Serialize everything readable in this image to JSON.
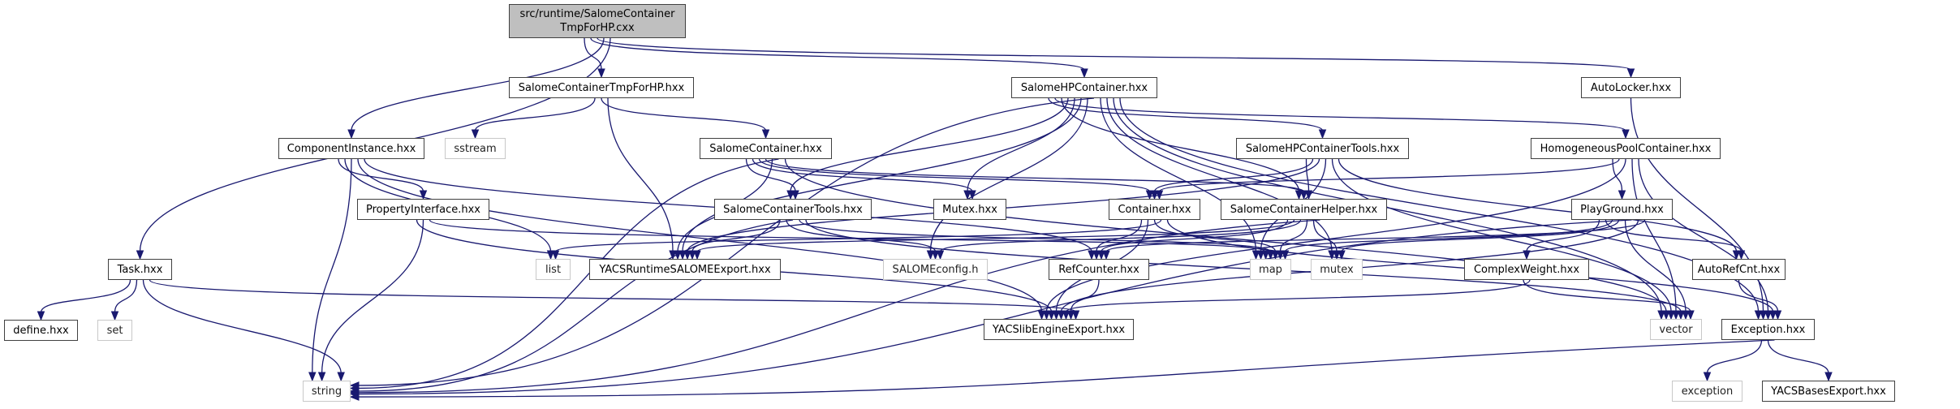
{
  "graph": {
    "title": "Include dependency graph for src/runtime/SalomeContainerTmpForHP.cxx",
    "edge_color": "#191970",
    "root_fill": "#bfbfbf",
    "nodes": {
      "root": {
        "lines": [
          "src/runtime/SalomeContainer",
          "TmpForHP.cxx"
        ],
        "kind": "root"
      },
      "SalomeContainerTmpForHP_hxx": {
        "label": "SalomeContainerTmpForHP.hxx",
        "kind": "doc"
      },
      "SalomeHPContainer_hxx": {
        "label": "SalomeHPContainer.hxx",
        "kind": "doc"
      },
      "AutoLocker_hxx": {
        "label": "AutoLocker.hxx",
        "kind": "doc"
      },
      "ComponentInstance_hxx": {
        "label": "ComponentInstance.hxx",
        "kind": "doc"
      },
      "sstream": {
        "label": "sstream",
        "kind": "ext"
      },
      "SalomeContainer_hxx": {
        "label": "SalomeContainer.hxx",
        "kind": "doc"
      },
      "SalomeHPContainerTools_hxx": {
        "label": "SalomeHPContainerTools.hxx",
        "kind": "doc"
      },
      "HomogeneousPoolContainer_hxx": {
        "label": "HomogeneousPoolContainer.hxx",
        "kind": "doc"
      },
      "PropertyInterface_hxx": {
        "label": "PropertyInterface.hxx",
        "kind": "doc"
      },
      "SalomeContainerTools_hxx": {
        "label": "SalomeContainerTools.hxx",
        "kind": "doc"
      },
      "Mutex_hxx": {
        "label": "Mutex.hxx",
        "kind": "doc"
      },
      "Container_hxx": {
        "label": "Container.hxx",
        "kind": "doc"
      },
      "SalomeContainerHelper_hxx": {
        "label": "SalomeContainerHelper.hxx",
        "kind": "doc"
      },
      "PlayGround_hxx": {
        "label": "PlayGround.hxx",
        "kind": "doc"
      },
      "Task_hxx": {
        "label": "Task.hxx",
        "kind": "doc"
      },
      "list": {
        "label": "list",
        "kind": "ext"
      },
      "YACSRuntimeSALOMEExport_hxx": {
        "label": "YACSRuntimeSALOMEExport.hxx",
        "kind": "doc"
      },
      "SALOMEconfig_h": {
        "label": "SALOMEconfig.h",
        "kind": "ext"
      },
      "RefCounter_hxx": {
        "label": "RefCounter.hxx",
        "kind": "doc"
      },
      "map": {
        "label": "map",
        "kind": "ext"
      },
      "mutex": {
        "label": "mutex",
        "kind": "ext"
      },
      "ComplexWeight_hxx": {
        "label": "ComplexWeight.hxx",
        "kind": "doc"
      },
      "AutoRefCnt_hxx": {
        "label": "AutoRefCnt.hxx",
        "kind": "doc"
      },
      "define_hxx": {
        "label": "define.hxx",
        "kind": "doc"
      },
      "set": {
        "label": "set",
        "kind": "ext"
      },
      "YACSlibEngineExport_hxx": {
        "label": "YACSlibEngineExport.hxx",
        "kind": "doc"
      },
      "vector": {
        "label": "vector",
        "kind": "ext"
      },
      "Exception_hxx": {
        "label": "Exception.hxx",
        "kind": "doc"
      },
      "string": {
        "label": "string",
        "kind": "ext"
      },
      "exception": {
        "label": "exception",
        "kind": "ext"
      },
      "YACSBasesExport_hxx": {
        "label": "YACSBasesExport.hxx",
        "kind": "doc"
      }
    },
    "edges": [
      [
        "root",
        "SalomeContainerTmpForHP_hxx"
      ],
      [
        "root",
        "SalomeHPContainer_hxx"
      ],
      [
        "root",
        "AutoLocker_hxx"
      ],
      [
        "root",
        "ComponentInstance_hxx"
      ],
      [
        "root",
        "Task_hxx"
      ],
      [
        "SalomeContainerTmpForHP_hxx",
        "sstream"
      ],
      [
        "SalomeContainerTmpForHP_hxx",
        "SalomeContainer_hxx"
      ],
      [
        "SalomeContainerTmpForHP_hxx",
        "YACSRuntimeSALOMEExport_hxx"
      ],
      [
        "SalomeHPContainer_hxx",
        "SalomeHPContainerTools_hxx"
      ],
      [
        "SalomeHPContainer_hxx",
        "HomogeneousPoolContainer_hxx"
      ],
      [
        "SalomeHPContainer_hxx",
        "SalomeContainerHelper_hxx"
      ],
      [
        "SalomeHPContainer_hxx",
        "SalomeContainerTools_hxx"
      ],
      [
        "SalomeHPContainer_hxx",
        "Mutex_hxx"
      ],
      [
        "SalomeHPContainer_hxx",
        "YACSRuntimeSALOMEExport_hxx"
      ],
      [
        "SalomeHPContainer_hxx",
        "SALOMEconfig_h"
      ],
      [
        "SalomeHPContainer_hxx",
        "string"
      ],
      [
        "SalomeHPContainer_hxx",
        "map"
      ],
      [
        "SalomeHPContainer_hxx",
        "mutex"
      ],
      [
        "SalomeHPContainer_hxx",
        "vector"
      ],
      [
        "SalomeHPContainer_hxx",
        "Exception_hxx"
      ],
      [
        "AutoLocker_hxx",
        "Exception_hxx"
      ],
      [
        "ComponentInstance_hxx",
        "PropertyInterface_hxx"
      ],
      [
        "ComponentInstance_hxx",
        "list"
      ],
      [
        "ComponentInstance_hxx",
        "string"
      ],
      [
        "ComponentInstance_hxx",
        "YACSlibEngineExport_hxx"
      ],
      [
        "ComponentInstance_hxx",
        "RefCounter_hxx"
      ],
      [
        "SalomeContainer_hxx",
        "SalomeContainerTools_hxx"
      ],
      [
        "SalomeContainer_hxx",
        "Mutex_hxx"
      ],
      [
        "SalomeContainer_hxx",
        "Container_hxx"
      ],
      [
        "SalomeContainer_hxx",
        "SalomeContainerHelper_hxx"
      ],
      [
        "SalomeContainer_hxx",
        "YACSRuntimeSALOMEExport_hxx"
      ],
      [
        "SalomeContainer_hxx",
        "string"
      ],
      [
        "SalomeContainer_hxx",
        "vector"
      ],
      [
        "SalomeHPContainerTools_hxx",
        "SalomeContainerHelper_hxx"
      ],
      [
        "SalomeHPContainerTools_hxx",
        "Container_hxx"
      ],
      [
        "SalomeHPContainerTools_hxx",
        "YACSRuntimeSALOMEExport_hxx"
      ],
      [
        "SalomeHPContainerTools_hxx",
        "map"
      ],
      [
        "SalomeHPContainerTools_hxx",
        "vector"
      ],
      [
        "SalomeHPContainerTools_hxx",
        "AutoRefCnt_hxx"
      ],
      [
        "HomogeneousPoolContainer_hxx",
        "PlayGround_hxx"
      ],
      [
        "HomogeneousPoolContainer_hxx",
        "Container_hxx"
      ],
      [
        "HomogeneousPoolContainer_hxx",
        "YACSlibEngineExport_hxx"
      ],
      [
        "HomogeneousPoolContainer_hxx",
        "vector"
      ],
      [
        "HomogeneousPoolContainer_hxx",
        "Exception_hxx"
      ],
      [
        "PropertyInterface_hxx",
        "YACSlibEngineExport_hxx"
      ],
      [
        "PropertyInterface_hxx",
        "string"
      ],
      [
        "PropertyInterface_hxx",
        "map"
      ],
      [
        "SalomeContainerTools_hxx",
        "YACSRuntimeSALOMEExport_hxx"
      ],
      [
        "SalomeContainerTools_hxx",
        "SALOMEconfig_h"
      ],
      [
        "SalomeContainerTools_hxx",
        "string"
      ],
      [
        "SalomeContainerTools_hxx",
        "map"
      ],
      [
        "SalomeContainerTools_hxx",
        "vector"
      ],
      [
        "Container_hxx",
        "RefCounter_hxx"
      ],
      [
        "Container_hxx",
        "YACSlibEngineExport_hxx"
      ],
      [
        "Container_hxx",
        "map"
      ],
      [
        "Container_hxx",
        "list"
      ],
      [
        "Container_hxx",
        "Exception_hxx"
      ],
      [
        "SalomeContainerHelper_hxx",
        "RefCounter_hxx"
      ],
      [
        "SalomeContainerHelper_hxx",
        "YACSRuntimeSALOMEExport_hxx"
      ],
      [
        "SalomeContainerHelper_hxx",
        "SALOMEconfig_h"
      ],
      [
        "SalomeContainerHelper_hxx",
        "map"
      ],
      [
        "SalomeContainerHelper_hxx",
        "mutex"
      ],
      [
        "SalomeContainerHelper_hxx",
        "string"
      ],
      [
        "PlayGround_hxx",
        "ComplexWeight_hxx"
      ],
      [
        "PlayGround_hxx",
        "AutoRefCnt_hxx"
      ],
      [
        "PlayGround_hxx",
        "map"
      ],
      [
        "PlayGround_hxx",
        "mutex"
      ],
      [
        "PlayGround_hxx",
        "vector"
      ],
      [
        "PlayGround_hxx",
        "string"
      ],
      [
        "PlayGround_hxx",
        "YACSlibEngineExport_hxx"
      ],
      [
        "PlayGround_hxx",
        "RefCounter_hxx"
      ],
      [
        "ComplexWeight_hxx",
        "vector"
      ],
      [
        "ComplexWeight_hxx",
        "YACSlibEngineExport_hxx"
      ],
      [
        "AutoRefCnt_hxx",
        "Exception_hxx"
      ],
      [
        "RefCounter_hxx",
        "YACSlibEngineExport_hxx"
      ],
      [
        "Task_hxx",
        "define_hxx"
      ],
      [
        "Task_hxx",
        "set"
      ],
      [
        "Task_hxx",
        "string"
      ],
      [
        "Task_hxx",
        "YACSlibEngineExport_hxx"
      ],
      [
        "Exception_hxx",
        "exception"
      ],
      [
        "Exception_hxx",
        "YACSBasesExport_hxx"
      ],
      [
        "Exception_hxx",
        "string"
      ]
    ]
  }
}
